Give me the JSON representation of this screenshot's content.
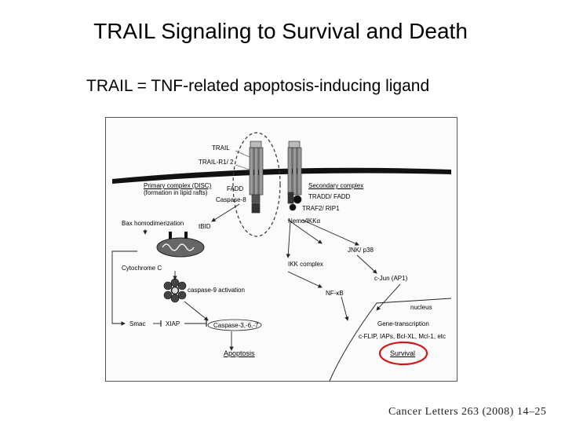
{
  "title": "TRAIL Signaling to Survival and Death",
  "subtitle": "TRAIL = TNF-related apoptosis-inducing ligand",
  "diagram": {
    "labels": {
      "trail": "TRAIL",
      "trail_r": "TRAIL-R1/ 2",
      "primary_complex": "Primary complex (DISC)",
      "lipid_rafts": "(formation in lipid rafts)",
      "fadd": "FADD",
      "caspase8": "Caspase-8",
      "secondary_complex": "Secondary complex",
      "tradd_fadd": "TRADD/ FADD",
      "traf2_rip1": "TRAF2/ RIP1",
      "nemo": "Nemo/IKKα",
      "bax": "Bax homodimerization",
      "tbid": "tBID",
      "jnk": "JNK/ p38",
      "cytochrome": "Cytochrome C",
      "ikk_complex": "IKK complex",
      "cjun": "c-Jun (AP1)",
      "caspase9": "caspase-9 activation",
      "nfkb": "NF-κB",
      "nucleus": "nucleus",
      "smac": "Smac",
      "xiap": "XIAP",
      "caspase367": "Caspase-3,-6,-7",
      "gene_transcription": "Gene-transcription",
      "survival_genes": "c-FLIP, IAPs, Bcl-XL, Mcl-1, etc",
      "apoptosis": "Apoptosis",
      "survival": "Survival"
    }
  },
  "citation": "Cancer Letters 263 (2008) 14–25"
}
